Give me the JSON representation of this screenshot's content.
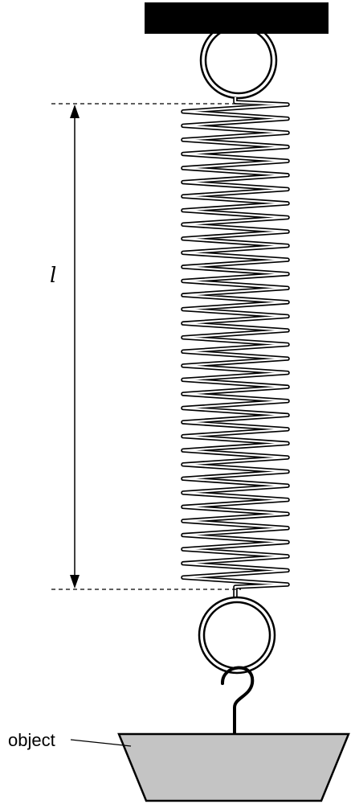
{
  "diagram": {
    "length_label": "l",
    "object_label": "object",
    "spring_coil_count": 34,
    "colors": {
      "ink": "#000000",
      "ceiling": "#000000",
      "object_fill": "#c4c4c4",
      "background": "#ffffff"
    }
  }
}
